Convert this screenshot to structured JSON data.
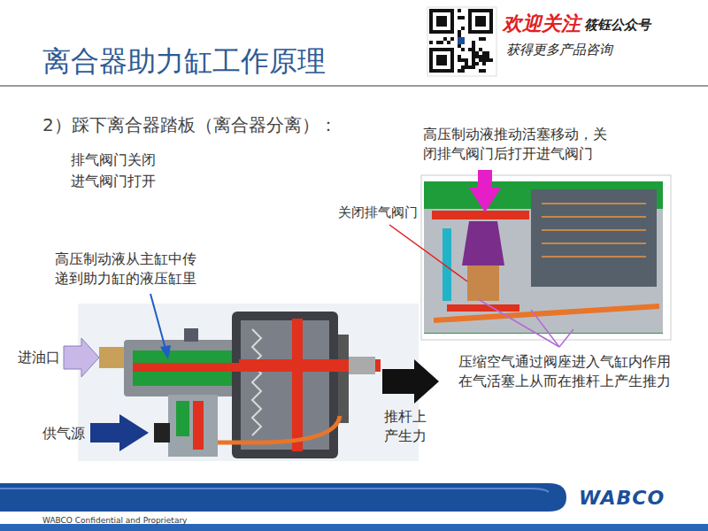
{
  "diagram": {
    "title": "离合器助力缸工作原理",
    "labels": [
      "欢迎关注",
      "筱钰公众号",
      "获得更多产品咨询",
      "2）踩下离合器踏板（离合器分离）：",
      "排气阀门关闭",
      "进气阀门打开",
      "高压制动液从主缸中传递到助力缸的液压缸里",
      "进油口",
      "供气源",
      "推杆上产生力",
      "高压制动液推动活塞移动，关闭排气阀门后打开进气阀门",
      "关闭排气阀门",
      "压缩空气通过阀座进入气缸内作用在气活塞上从而在推杆上产生推力",
      "WABCO",
      "WABCO Confidential and Proprietary"
    ]
  }
}
